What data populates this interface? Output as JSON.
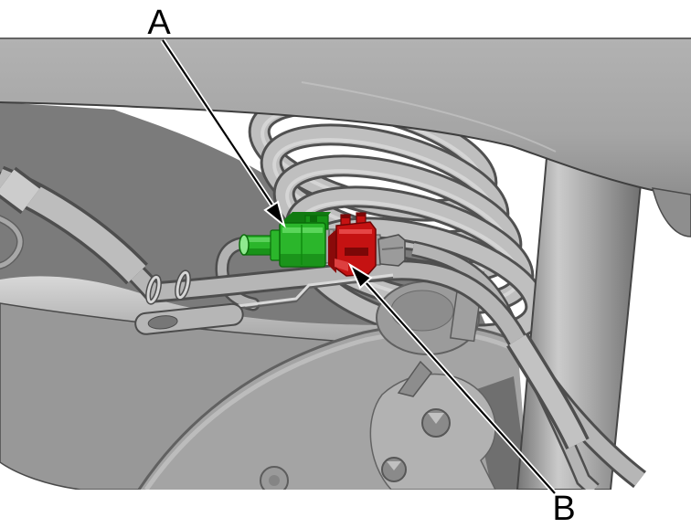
{
  "illustration": {
    "background_color": "#ffffff",
    "description": "grayscale 3D service-manual view of rear suspension area with coil spring, shock absorber and hoses; quick-connect fitting highlighted green (A) and release clip highlighted red (B)",
    "leader_line_color": "#000000",
    "leader_casing_color": "#ffffff"
  },
  "callouts": {
    "a": {
      "label": "A",
      "highlight_color": "#2bb62b"
    },
    "b": {
      "label": "B",
      "highlight_color": "#c51212"
    }
  }
}
